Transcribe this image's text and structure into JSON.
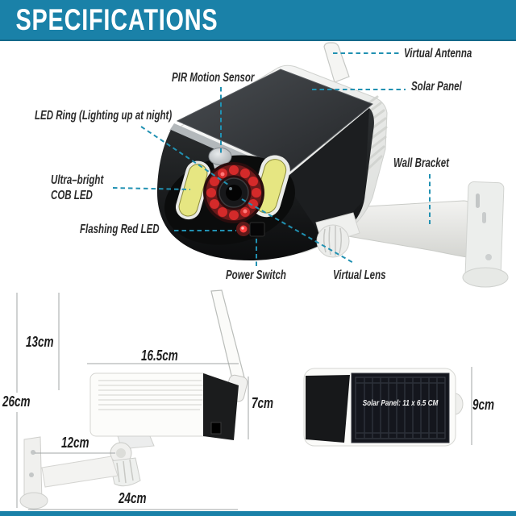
{
  "header": {
    "title": "SPECIFICATIONS"
  },
  "theme": {
    "banner_teal": "#1a81a8",
    "leader_dash_teal": "#2191b2",
    "label_color": "#2b2b2b",
    "cob_led_yellow": "#e6e682",
    "led_ring_red": "#d42a2a",
    "flashing_led_red": "#ff3333",
    "solar_panel_dark": "#14161d"
  },
  "callouts": {
    "virtual_antenna": "Virtual Antenna",
    "solar_panel": "Solar Panel",
    "pir_motion_sensor": "PIR Motion Sensor",
    "led_ring": "LED Ring (Lighting up at night)",
    "cob_led_line1": "Ultra–bright",
    "cob_led_line2": "COB LED",
    "flashing_red_led": "Flashing Red LED",
    "wall_bracket": "Wall Bracket",
    "power_switch": "Power Switch",
    "virtual_lens": "Virtual Lens"
  },
  "dimensions": {
    "antenna_height": "13cm",
    "body_length": "16.5cm",
    "total_height": "26cm",
    "body_height": "7cm",
    "bracket_depth": "12cm",
    "total_length": "24cm",
    "solar_view_height": "9cm",
    "solar_panel_size": "Solar Panel: 11 x 6.5 CM"
  }
}
